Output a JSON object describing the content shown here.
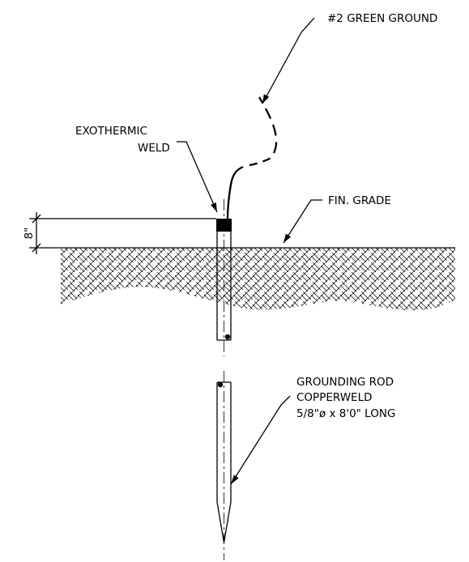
{
  "labels": {
    "conductor": "#2 GREEN GROUND",
    "weld_line1": "EXOTHERMIC",
    "weld_line2": "WELD",
    "grade": "FIN. GRADE",
    "depth": "8\"",
    "rod_line1": "GROUNDING ROD",
    "rod_line2": "COPPERWELD",
    "rod_line3": "5/8\"ø x 8'0\" LONG"
  },
  "colors": {
    "ink": "#000000",
    "background": "#ffffff"
  }
}
